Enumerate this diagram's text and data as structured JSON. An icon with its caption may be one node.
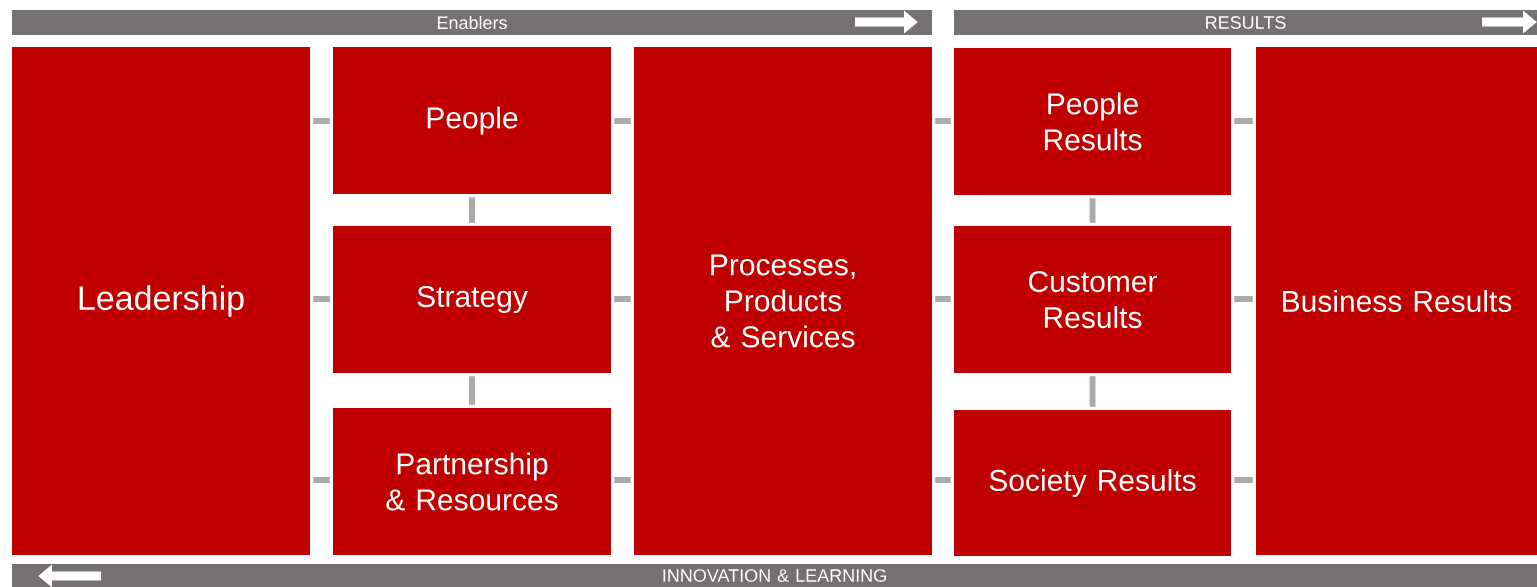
{
  "diagram": {
    "nodes": [
      {
        "text": [
          "Enablers"
        ]
      },
      {
        "text": [
          "RESULTS"
        ]
      },
      {
        "text": [
          "Leadership"
        ]
      },
      {
        "text": [
          "People"
        ]
      },
      {
        "text": [
          "Strategy"
        ]
      },
      {
        "text": [
          "Partnership & Resources"
        ]
      },
      {
        "text": [
          "Processes, Products & Services"
        ]
      },
      {
        "text": [
          "People Results"
        ]
      },
      {
        "text": [
          "Customer Results"
        ]
      },
      {
        "text": [
          "Society Results"
        ]
      },
      {
        "text": [
          "Business Results"
        ]
      },
      {
        "text": [
          "INNOVATION & LEARNING"
        ]
      }
    ],
    "edges": [
      {
        "from": 2,
        "to": 3,
        "arrow": "none"
      },
      {
        "from": 2,
        "to": 4,
        "arrow": "none"
      },
      {
        "from": 2,
        "to": 5,
        "arrow": "none"
      },
      {
        "from": 3,
        "to": 4,
        "arrow": "none"
      },
      {
        "from": 4,
        "to": 5,
        "arrow": "none"
      },
      {
        "from": 3,
        "to": 6,
        "arrow": "none"
      },
      {
        "from": 4,
        "to": 6,
        "arrow": "none"
      },
      {
        "from": 5,
        "to": 6,
        "arrow": "none"
      },
      {
        "from": 6,
        "to": 7,
        "arrow": "none"
      },
      {
        "from": 6,
        "to": 8,
        "arrow": "none"
      },
      {
        "from": 6,
        "to": 9,
        "arrow": "none"
      },
      {
        "from": 7,
        "to": 8,
        "arrow": "none"
      },
      {
        "from": 8,
        "to": 9,
        "arrow": "none"
      },
      {
        "from": 7,
        "to": 10,
        "arrow": "none"
      },
      {
        "from": 8,
        "to": 10,
        "arrow": "none"
      },
      {
        "from": 9,
        "to": 10,
        "arrow": "none"
      }
    ]
  }
}
